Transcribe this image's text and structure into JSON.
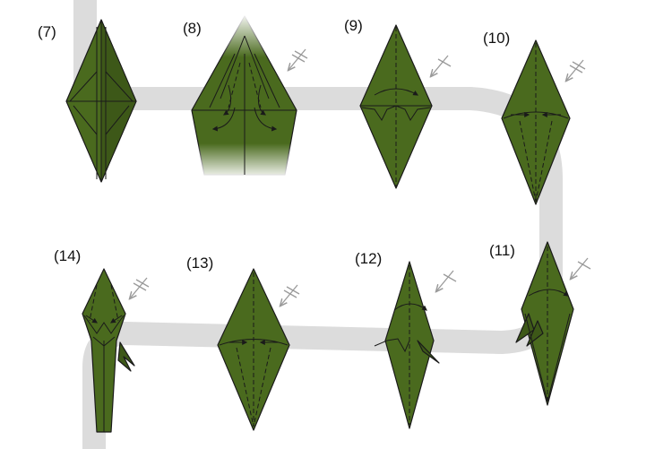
{
  "colors": {
    "paper": "#4a6a1e",
    "paper_dark": "#3d5818",
    "paper_light": "#5e7f2a",
    "path": "#dcdcdc",
    "line": "#1a1a1a",
    "symbol": "#9a9a9a"
  },
  "steps": [
    {
      "label": "(7)",
      "symbol": "none"
    },
    {
      "label": "(8)",
      "symbol": "repeat-double-arrow-icon"
    },
    {
      "label": "(9)",
      "symbol": "repeat-arrow-icon"
    },
    {
      "label": "(10)",
      "symbol": "repeat-double-arrow-icon"
    },
    {
      "label": "(11)",
      "symbol": "repeat-arrow-icon"
    },
    {
      "label": "(12)",
      "symbol": "repeat-arrow-icon"
    },
    {
      "label": "(13)",
      "symbol": "repeat-double-arrow-icon"
    },
    {
      "label": "(14)",
      "symbol": "repeat-double-arrow-icon"
    }
  ]
}
